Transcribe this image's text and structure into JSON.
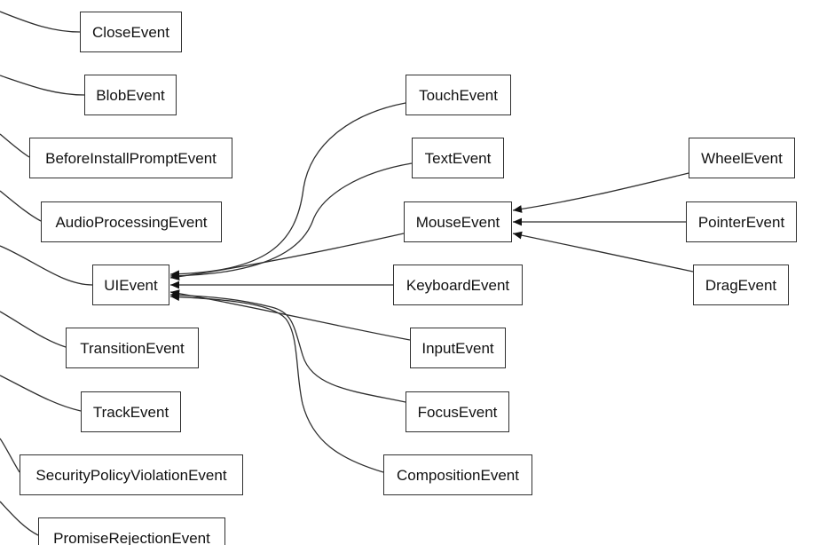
{
  "diagram": {
    "type": "inheritance-graph",
    "background_color": "#ffffff",
    "node_fill_color": "#ffffff",
    "node_border_color": "#2f2f2f",
    "edge_color": "#2f2f2f",
    "arrowhead_color": "#111111",
    "text_color": "#111111",
    "nodes": [
      {
        "id": "CloseEvent",
        "label": "CloseEvent"
      },
      {
        "id": "BlobEvent",
        "label": "BlobEvent"
      },
      {
        "id": "BeforeInstallPromptEvent",
        "label": "BeforeInstallPromptEvent"
      },
      {
        "id": "AudioProcessingEvent",
        "label": "AudioProcessingEvent"
      },
      {
        "id": "UIEvent",
        "label": "UIEvent"
      },
      {
        "id": "TransitionEvent",
        "label": "TransitionEvent"
      },
      {
        "id": "TrackEvent",
        "label": "TrackEvent"
      },
      {
        "id": "SecurityPolicyViolationEvent",
        "label": "SecurityPolicyViolationEvent"
      },
      {
        "id": "PromiseRejectionEvent",
        "label": "PromiseRejectionEvent"
      },
      {
        "id": "TouchEvent",
        "label": "TouchEvent"
      },
      {
        "id": "TextEvent",
        "label": "TextEvent"
      },
      {
        "id": "MouseEvent",
        "label": "MouseEvent"
      },
      {
        "id": "KeyboardEvent",
        "label": "KeyboardEvent"
      },
      {
        "id": "InputEvent",
        "label": "InputEvent"
      },
      {
        "id": "FocusEvent",
        "label": "FocusEvent"
      },
      {
        "id": "CompositionEvent",
        "label": "CompositionEvent"
      },
      {
        "id": "WheelEvent",
        "label": "WheelEvent"
      },
      {
        "id": "PointerEvent",
        "label": "PointerEvent"
      },
      {
        "id": "DragEvent",
        "label": "DragEvent"
      }
    ],
    "edges": [
      {
        "from": "CloseEvent",
        "to": "offscreen-left",
        "arrowhead_visible": false
      },
      {
        "from": "BlobEvent",
        "to": "offscreen-left",
        "arrowhead_visible": false
      },
      {
        "from": "BeforeInstallPromptEvent",
        "to": "offscreen-left",
        "arrowhead_visible": false
      },
      {
        "from": "AudioProcessingEvent",
        "to": "offscreen-left",
        "arrowhead_visible": false
      },
      {
        "from": "UIEvent",
        "to": "offscreen-left",
        "arrowhead_visible": false
      },
      {
        "from": "TransitionEvent",
        "to": "offscreen-left",
        "arrowhead_visible": false
      },
      {
        "from": "TrackEvent",
        "to": "offscreen-left",
        "arrowhead_visible": false
      },
      {
        "from": "SecurityPolicyViolationEvent",
        "to": "offscreen-left",
        "arrowhead_visible": false
      },
      {
        "from": "PromiseRejectionEvent",
        "to": "offscreen-left",
        "arrowhead_visible": false
      },
      {
        "from": "TouchEvent",
        "to": "UIEvent",
        "arrowhead_visible": true
      },
      {
        "from": "TextEvent",
        "to": "UIEvent",
        "arrowhead_visible": true
      },
      {
        "from": "MouseEvent",
        "to": "UIEvent",
        "arrowhead_visible": true
      },
      {
        "from": "KeyboardEvent",
        "to": "UIEvent",
        "arrowhead_visible": true
      },
      {
        "from": "InputEvent",
        "to": "UIEvent",
        "arrowhead_visible": true
      },
      {
        "from": "FocusEvent",
        "to": "UIEvent",
        "arrowhead_visible": true
      },
      {
        "from": "CompositionEvent",
        "to": "UIEvent",
        "arrowhead_visible": true
      },
      {
        "from": "WheelEvent",
        "to": "MouseEvent",
        "arrowhead_visible": true
      },
      {
        "from": "PointerEvent",
        "to": "MouseEvent",
        "arrowhead_visible": true
      },
      {
        "from": "DragEvent",
        "to": "MouseEvent",
        "arrowhead_visible": true
      }
    ]
  }
}
